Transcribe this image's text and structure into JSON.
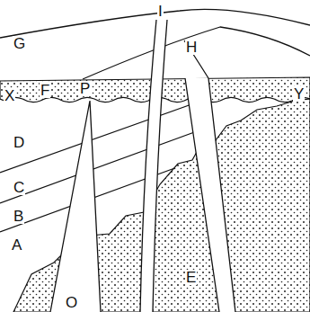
{
  "diagram": {
    "labels": [
      "I",
      "G",
      "H",
      "F",
      "P",
      "X",
      "Y",
      "D",
      "C",
      "B",
      "A",
      "E",
      "O"
    ]
  }
}
